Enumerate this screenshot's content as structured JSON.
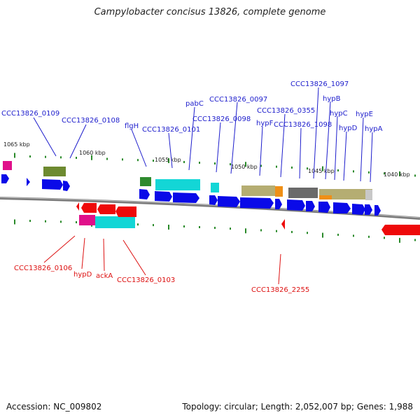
{
  "title": "Campylobacter concisus 13826, complete genome",
  "accession": "Accession: NC_009802",
  "summary": "Topology: circular; Length: 2,052,007 bp; Genes: 1,988",
  "colors": {
    "forward_label": "#1c1ccc",
    "reverse_label": "#dd1111",
    "backbone": "#7a7a7a",
    "tick": "#2a8a2a"
  },
  "scale_ticks": [
    "1065 kbp",
    "1060 kbp",
    "1055 kbp",
    "1050 kbp",
    "1045 kbp",
    "1040 kbp"
  ],
  "forward_gene_labels": [
    "CCC13826_0109",
    "CCC13826_0108",
    "flgH",
    "CCC13826_0101",
    "pabC",
    "CCC13826_0097",
    "CCC13826_0098",
    "hypF",
    "CCC13826_0355",
    "CCC13826_1097",
    "CCC13826_1098",
    "hypB",
    "hypC",
    "hypD",
    "hypE",
    "hypA"
  ],
  "reverse_gene_labels": [
    "CCC13826_0106",
    "hypD",
    "ackA",
    "CCC13826_0103",
    "CCC13826_2255"
  ]
}
